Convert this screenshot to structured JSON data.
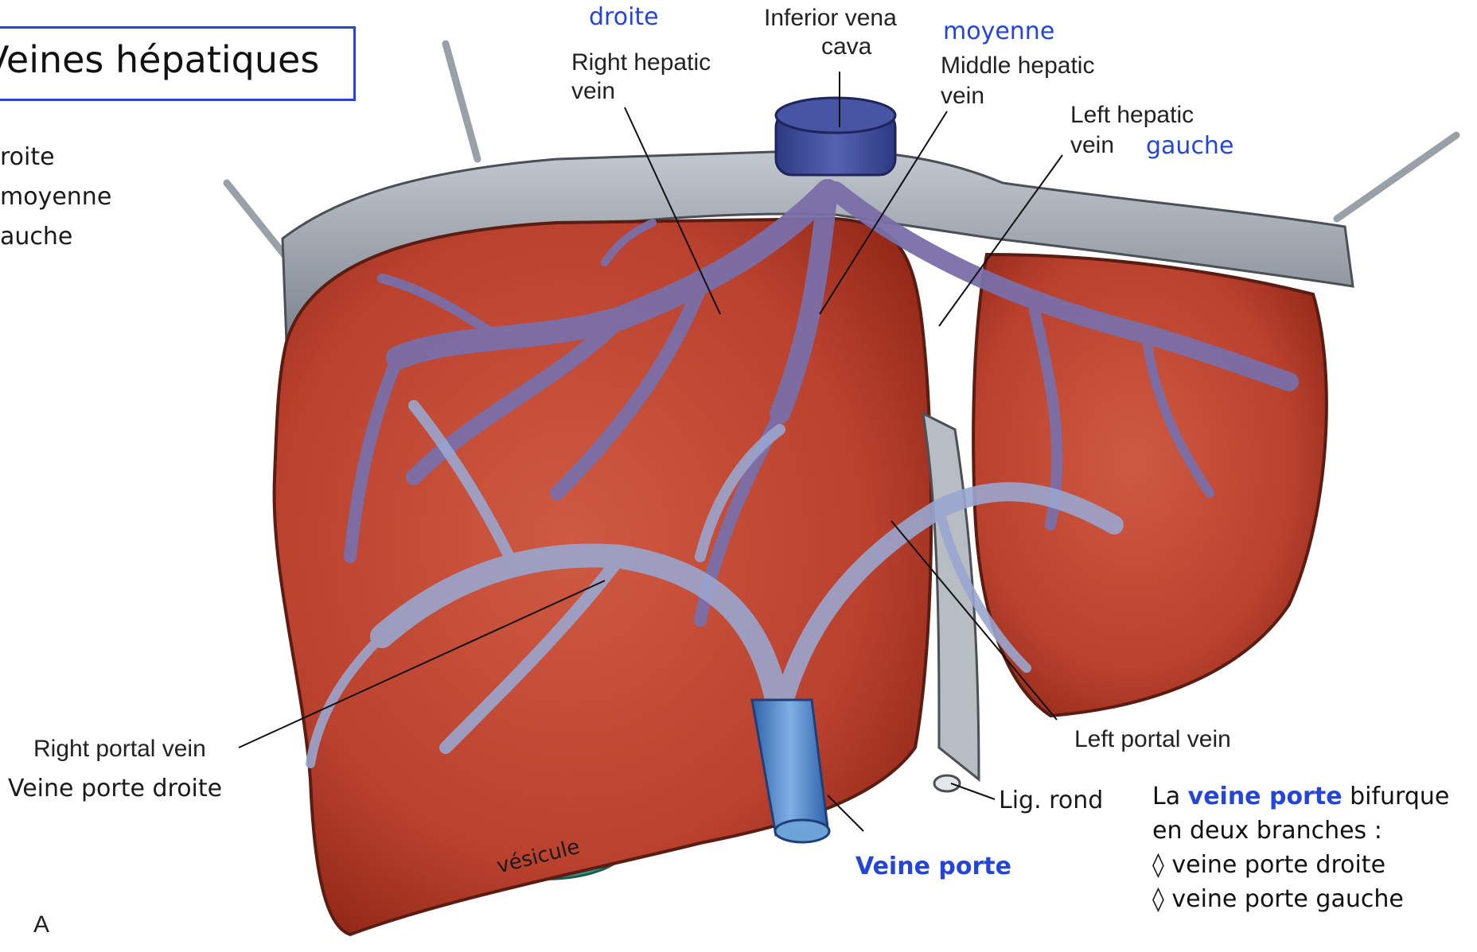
{
  "colors": {
    "liver": "#c24a35",
    "liver_dark": "#9e2f22",
    "vein": "#7a6fa8",
    "vena_cava": "#3e4a96",
    "portal_blue": "#4c86c8",
    "capsule_gray": "#a3a9b3",
    "gallbladder": "#2f9a82",
    "label_blue": "#2445d6"
  },
  "title": "Veines hépatiques",
  "side_list": [
    "roite",
    "moyenne",
    "auche"
  ],
  "labels": {
    "droite": "droite",
    "ivc_line1": "Inferior vena",
    "ivc_line2": "cava",
    "moyenne": "moyenne",
    "right_hepatic_1": "Right hepatic",
    "right_hepatic_2": "vein",
    "middle_hepatic_1": "Middle hepatic",
    "middle_hepatic_2": "vein",
    "left_hepatic_1": "Left hepatic",
    "left_hepatic_2": "vein",
    "gauche": "gauche",
    "right_portal_vein": "Right portal vein",
    "veine_porte_droite": "Veine porte droite",
    "left_portal_vein": "Left portal vein",
    "lig_rond": "Lig. rond",
    "veine_porte": "Veine porte",
    "vesicule": "vésicule",
    "figure_letter": "A"
  },
  "note": {
    "line1_prefix": "La ",
    "line1_bold": "veine porte",
    "line1_suffix": " bifurque",
    "line2": "en deux branches :",
    "item1": "◊ veine porte droite",
    "item2": "◊ veine porte gauche"
  }
}
